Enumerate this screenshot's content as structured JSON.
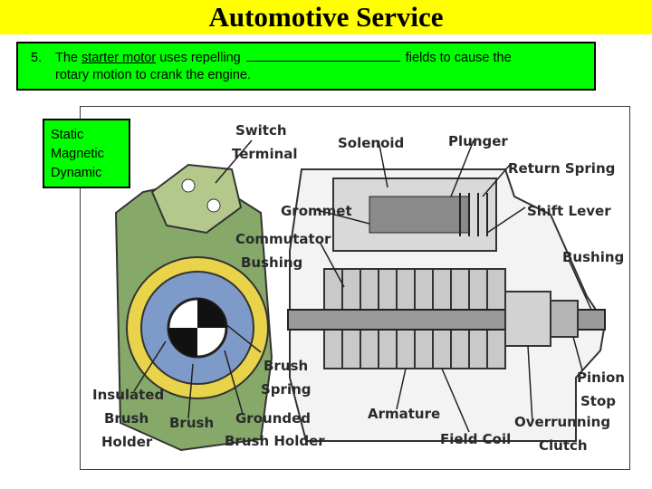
{
  "title": "Automotive Service",
  "question": {
    "number": "5.",
    "part1": "The ",
    "term": "starter motor",
    "part2": " uses repelling ",
    "part3": " fields to cause the",
    "line2": "rotary motion to crank the engine."
  },
  "options": [
    "Static",
    "Magnetic",
    "Dynamic"
  ],
  "diagram": {
    "labels": {
      "switch_terminal": [
        "Switch",
        "Terminal"
      ],
      "solenoid": "Solenoid",
      "plunger": "Plunger",
      "return_spring": "Return Spring",
      "grommet": "Grommet",
      "shift_lever": "Shift Lever",
      "commutator_bushing": [
        "Commutator",
        "Bushing"
      ],
      "bushing_right": "Bushing",
      "brush_spring": [
        "Brush",
        "Spring"
      ],
      "pinion_stop": [
        "Pinion",
        "Stop"
      ],
      "insulated_brush_holder": [
        "Insulated",
        "Brush",
        "Holder"
      ],
      "brush": "Brush",
      "grounded_brush_holder": [
        "Grounded",
        "Brush Holder"
      ],
      "armature": "Armature",
      "overrunning_clutch": [
        "Overrunning",
        "Clutch"
      ],
      "field_coil": "Field Coil"
    }
  },
  "colors": {
    "title_bg": "#ffff00",
    "box_bg": "#00ff00"
  }
}
